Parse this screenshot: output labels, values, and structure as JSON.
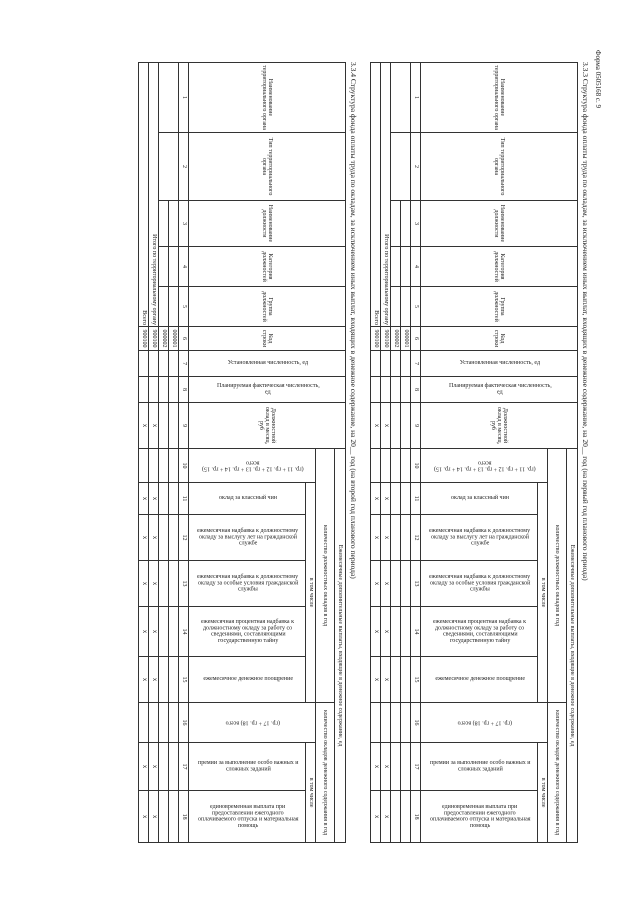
{
  "form_code": "Форма 0505168 с. 9",
  "sections": [
    {
      "title": "3.3.3 Структура фонда оплаты труда по окладам, за исключением иных выплат, входящих в денежное содержание, на 20__ год (на первый год планового периода)",
      "ratio_formula_1": "(гр. 11 + гр. 12 + гр. 13 + гр. 14 + гр. 15)",
      "ratio_formula_2": "(гр. 17 + гр. 18)",
      "data_rows": [
        {
          "code": "000001"
        },
        {
          "code": "000002"
        }
      ],
      "total_territorial_code": "900100",
      "total_code": "900100"
    },
    {
      "title": "3.3.4 Структура фонда оплаты труда по окладам, за исключением иных выплат, входящих в денежное содержание, на 20__ год (на второй год планового периода)",
      "ratio_formula_1": "(гр. 11 + гр. 12 + гр. 13 + гр. 14 + гр. 15)",
      "ratio_formula_2": "(гр. 17 + гр. 18)",
      "data_rows": [
        {
          "code": "000001"
        },
        {
          "code": "000002"
        }
      ],
      "total_territorial_code": "900100",
      "total_code": "900100"
    }
  ],
  "headers": {
    "col1": "Наименование территориального органа",
    "col2": "Тип территориального органа",
    "col3": "Наименование должности",
    "col4": "Категория должностей",
    "col5": "Группа должностей",
    "col6": "Код строки",
    "col7": "Установленная численность, ед",
    "col8": "Планируемая фактическая численность, ед",
    "col9": "Должностной оклад в месяц, руб",
    "group_top": "Ежемесячные дополнительные выплаты, входящие в денежное содержание, ед",
    "group_monthly": "количество должностных окладов в год",
    "group_annual": "количество окладов денежного содержания в год",
    "vsego": "всего",
    "v_tom_chisle": "в том числе",
    "col11": "оклад за классный чин",
    "col12": "ежемесячная надбавка к должностному окладу за выслугу лет на гражданской службе",
    "col13": "ежемесячная надбавка к должностному окладу за особые условия гражданской службы",
    "col14": "ежемесячная процентная надбавка к должностному окладу за работу со сведениями, составляющими государственную тайну",
    "col15": "ежемесячное денежное поощрение",
    "col17": "премии за выполнение особо важных и сложных заданий",
    "col18": "единовременная выплата при предоставлении ежегодного оплачиваемого отпуска и материальная помощь",
    "total_territorial_label": "Итого по территориальному органу",
    "total_label": "Всего",
    "x_mark": "x"
  },
  "column_numbers": [
    "1",
    "2",
    "3",
    "4",
    "5",
    "6",
    "7",
    "8",
    "9",
    "10",
    "11",
    "12",
    "13",
    "14",
    "15",
    "16",
    "17",
    "18"
  ]
}
